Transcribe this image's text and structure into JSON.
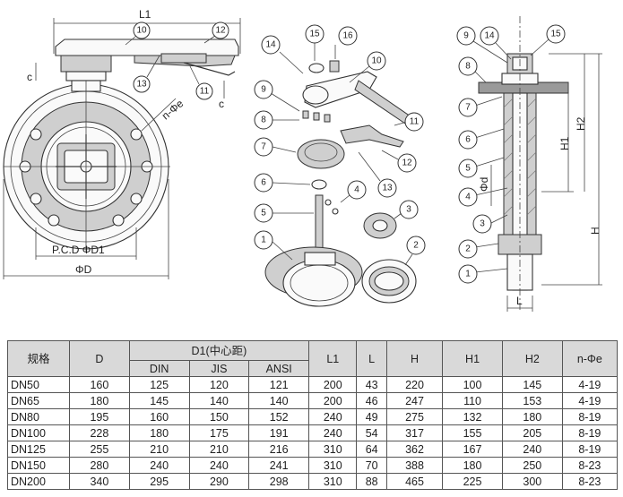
{
  "drawings": {
    "front_view": {
      "dims": {
        "l1": "L1",
        "c": "c",
        "n_phi_e": "n-Φe",
        "pcd_d1": "P.C.D ΦD1",
        "phi_d": "ΦD"
      },
      "callouts": [
        "10",
        "12",
        "13",
        "11"
      ]
    },
    "exploded_view": {
      "callouts": [
        "15",
        "16",
        "14",
        "10",
        "9",
        "8",
        "11",
        "7",
        "12",
        "13",
        "6",
        "4",
        "5",
        "3",
        "1",
        "2"
      ]
    },
    "section_view": {
      "dims": {
        "h1": "H1",
        "h2": "H2",
        "h": "H",
        "phi_d": "Φd",
        "l": "L"
      },
      "callouts": [
        "9",
        "14",
        "15",
        "8",
        "7",
        "6",
        "5",
        "4",
        "3",
        "2",
        "1"
      ]
    }
  },
  "table": {
    "headers": {
      "spec": "规格",
      "d": "D",
      "d1_group": "D1(中心距)",
      "din": "DIN",
      "jis": "JIS",
      "ansi": "ANSI",
      "l1": "L1",
      "l": "L",
      "h": "H",
      "h1": "H1",
      "h2": "H2",
      "n_phi_e": "n-Φe"
    },
    "rows": [
      [
        "DN50",
        "160",
        "125",
        "120",
        "121",
        "200",
        "43",
        "220",
        "100",
        "145",
        "4-19"
      ],
      [
        "DN65",
        "180",
        "145",
        "140",
        "140",
        "200",
        "46",
        "247",
        "110",
        "153",
        "4-19"
      ],
      [
        "DN80",
        "195",
        "160",
        "150",
        "152",
        "240",
        "49",
        "275",
        "132",
        "180",
        "8-19"
      ],
      [
        "DN100",
        "228",
        "180",
        "175",
        "191",
        "240",
        "54",
        "317",
        "155",
        "205",
        "8-19"
      ],
      [
        "DN125",
        "255",
        "210",
        "210",
        "216",
        "310",
        "64",
        "362",
        "167",
        "240",
        "8-19"
      ],
      [
        "DN150",
        "280",
        "240",
        "240",
        "241",
        "310",
        "70",
        "388",
        "180",
        "250",
        "8-23"
      ],
      [
        "DN200",
        "340",
        "295",
        "290",
        "298",
        "310",
        "88",
        "465",
        "225",
        "300",
        "8-23"
      ]
    ]
  }
}
